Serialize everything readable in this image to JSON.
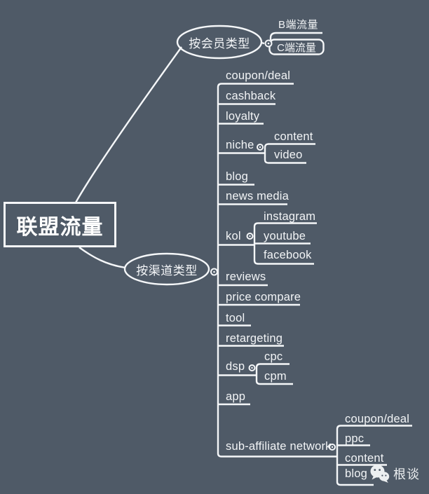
{
  "colors": {
    "background": "#4f5a67",
    "line": "#f5f7f9",
    "text": "#f2f4f6"
  },
  "root": {
    "label": "联盟流量"
  },
  "branch_member": {
    "label": "按会员类型",
    "children": [
      {
        "label": "B端流量"
      },
      {
        "label": "C端流量"
      }
    ]
  },
  "branch_channel": {
    "label": "按渠道类型",
    "items": [
      {
        "label": "coupon/deal"
      },
      {
        "label": "cashback"
      },
      {
        "label": "loyalty"
      },
      {
        "label": "niche",
        "children": [
          {
            "label": "content"
          },
          {
            "label": "video"
          }
        ]
      },
      {
        "label": "blog"
      },
      {
        "label": "news media"
      },
      {
        "label": "kol",
        "children": [
          {
            "label": "instagram"
          },
          {
            "label": "youtube"
          },
          {
            "label": "facebook"
          }
        ]
      },
      {
        "label": "reviews"
      },
      {
        "label": "price compare"
      },
      {
        "label": "tool"
      },
      {
        "label": "retargeting"
      },
      {
        "label": "dsp",
        "children": [
          {
            "label": "cpc"
          },
          {
            "label": "cpm"
          }
        ]
      },
      {
        "label": "app"
      },
      {
        "label": "sub-affiliate network",
        "children": [
          {
            "label": "coupon/deal"
          },
          {
            "label": "ppc"
          },
          {
            "label": "content"
          },
          {
            "label": "blog"
          }
        ]
      }
    ]
  },
  "watermark": {
    "label": "根谈",
    "icon": "wechat-icon"
  }
}
